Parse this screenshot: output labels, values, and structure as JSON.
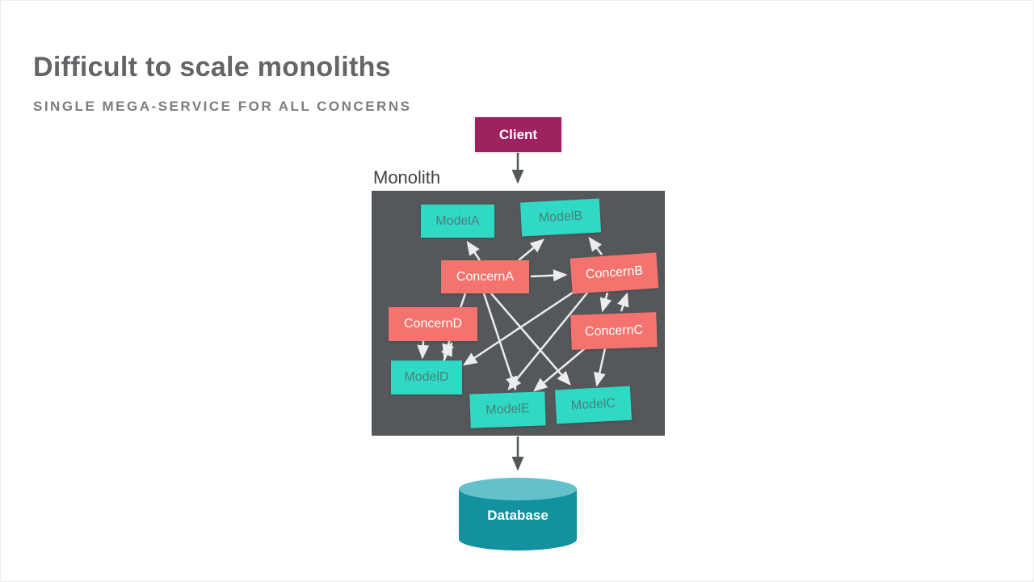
{
  "slide": {
    "title": "Difficult to scale monoliths",
    "subtitle": "SINGLE MEGA-SERVICE FOR ALL CONCERNS"
  },
  "diagram": {
    "client_label": "Client",
    "monolith_label": "Monolith",
    "database_label": "Database",
    "models": [
      {
        "id": "ModelA",
        "label": "ModelA"
      },
      {
        "id": "ModelB",
        "label": "ModelB"
      },
      {
        "id": "ModelC",
        "label": "ModelC"
      },
      {
        "id": "ModelD",
        "label": "ModelD"
      },
      {
        "id": "ModelE",
        "label": "ModelE"
      }
    ],
    "concerns": [
      {
        "id": "ConcernA",
        "label": "ConcernA"
      },
      {
        "id": "ConcernB",
        "label": "ConcernB"
      },
      {
        "id": "ConcernC",
        "label": "ConcernC"
      },
      {
        "id": "ConcernD",
        "label": "ConcernD"
      }
    ],
    "flows": [
      "Client → Monolith",
      "Monolith → Database",
      "ConcernA → ModelA",
      "ConcernA → ModelB",
      "ConcernA → ConcernB",
      "ConcernA → ModelC",
      "ConcernA → ModelE",
      "ConcernA → ModelD",
      "ConcernB → ModelB",
      "ConcernB → ModelD",
      "ConcernB → ModelE",
      "ConcernB ↔ ConcernC",
      "ConcernC → ModelC",
      "ConcernC → ModelE",
      "ConcernD ↔ ModelD"
    ],
    "colors": {
      "client": "#9e2160",
      "monolith": "#55585b",
      "model_fill": "#2fd9c4",
      "model_text": "#4d7f7b",
      "concern_fill": "#f4736e",
      "concern_text": "#ffffff",
      "database_body": "#12919e",
      "database_top": "#63c1cc",
      "arrow_light": "#ececec",
      "arrow_dark": "#55585b",
      "title_text": "#646569",
      "subtitle_text": "#7b7d80"
    }
  }
}
